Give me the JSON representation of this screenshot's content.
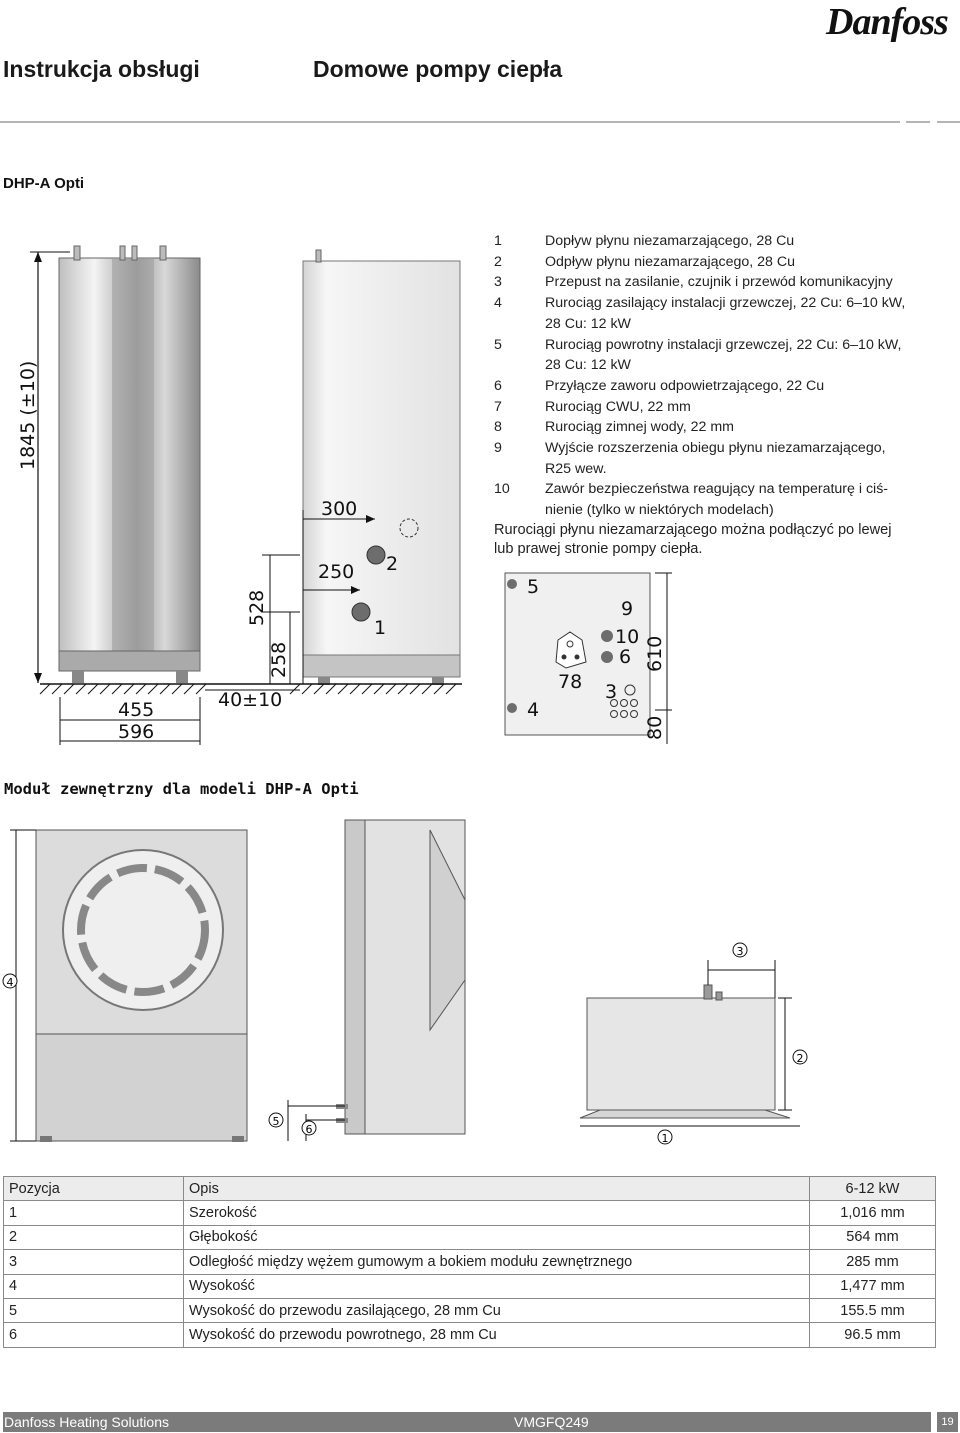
{
  "header": {
    "title_left": "Instrukcja obsługi",
    "title_right": "Domowe pompy ciepła",
    "brand": "Danfoss"
  },
  "section1": {
    "title": "DHP-A Opti",
    "dims": {
      "height": "1845 (±10)",
      "w300": "300",
      "w250": "250",
      "d528": "528",
      "d258": "258",
      "gap": "40±10",
      "w455": "455",
      "w596": "596",
      "n1": "1",
      "n2": "2",
      "top_h610": "610",
      "top_h80": "80",
      "t5": "5",
      "t9": "9",
      "t10": "10",
      "t6": "6",
      "t78": "78",
      "t3": "3",
      "t4": "4"
    },
    "legend": [
      {
        "num": "1",
        "text": "Dopływ płynu niezamarzającego, 28 Cu"
      },
      {
        "num": "2",
        "text": "Odpływ płynu niezamarzającego, 28 Cu"
      },
      {
        "num": "3",
        "text": "Przepust na zasilanie, czujnik i przewód komunikacyjny"
      },
      {
        "num": "4",
        "text": "Rurociąg zasilający instalacji grzewczej, 22 Cu: 6–10 kW,"
      },
      {
        "num": "",
        "text": "28 Cu: 12 kW"
      },
      {
        "num": "5",
        "text": "Rurociąg powrotny instalacji grzewczej, 22 Cu: 6–10 kW,"
      },
      {
        "num": "",
        "text": "28 Cu: 12 kW"
      },
      {
        "num": "6",
        "text": "Przyłącze zaworu odpowietrzającego, 22 Cu"
      },
      {
        "num": "7",
        "text": "Rurociąg CWU, 22 mm"
      },
      {
        "num": "8",
        "text": "Rurociąg zimnej wody, 22 mm"
      },
      {
        "num": "9",
        "text": "Wyjście rozszerzenia obiegu płynu niezamarzającego,"
      },
      {
        "num": "",
        "text": "R25 wew."
      },
      {
        "num": "10",
        "text": "Zawór bezpieczeństwa reagujący na temperaturę i ciś-"
      },
      {
        "num": "",
        "text": "nienie (tylko w niektórych modelach)"
      }
    ],
    "note_line1": "Rurociągi płynu niezamarzającego można podłączyć po lewej",
    "note_line2": "lub prawej stronie pompy ciepła."
  },
  "section2": {
    "title": "Moduł zewnętrzny dla modeli DHP-A Opti",
    "callouts": {
      "c1": "1",
      "c2": "2",
      "c3": "3",
      "c4": "4",
      "c5": "5",
      "c6": "6"
    }
  },
  "table": {
    "headers": [
      "Pozycja",
      "Opis",
      "6-12 kW"
    ],
    "rows": [
      [
        "1",
        "Szerokość",
        "1,016 mm"
      ],
      [
        "2",
        "Głębokość",
        "564 mm"
      ],
      [
        "3",
        "Odległość między wężem gumowym a bokiem modułu zewnętrznego",
        "285 mm"
      ],
      [
        "4",
        "Wysokość",
        "1,477 mm"
      ],
      [
        "5",
        "Wysokość do przewodu zasilającego, 28 mm Cu",
        "155.5 mm"
      ],
      [
        "6",
        "Wysokość do przewodu powrotnego, 28 mm Cu",
        "96.5 mm"
      ]
    ]
  },
  "footer": {
    "company": "Danfoss Heating Solutions",
    "code": "VMGFQ249",
    "page": "19"
  }
}
